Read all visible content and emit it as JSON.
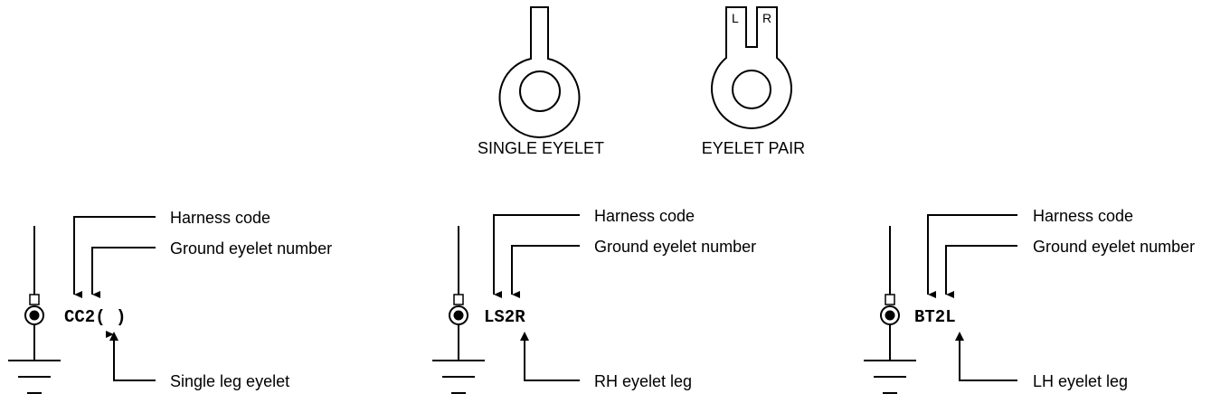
{
  "top": {
    "single_caption": "SINGLE EYELET",
    "pair_caption": "EYELET PAIR",
    "pair_left_letter": "L",
    "pair_right_letter": "R"
  },
  "examples": [
    {
      "code": "CC2( )",
      "harness_label": "Harness code",
      "ground_label": "Ground eyelet number",
      "leg_label": "Single leg eyelet"
    },
    {
      "code": "LS2R",
      "harness_label": "Harness code",
      "ground_label": "Ground eyelet number",
      "leg_label": "RH eyelet leg"
    },
    {
      "code": "BT2L",
      "harness_label": "Harness code",
      "ground_label": "Ground eyelet number",
      "leg_label": "LH eyelet leg"
    }
  ]
}
